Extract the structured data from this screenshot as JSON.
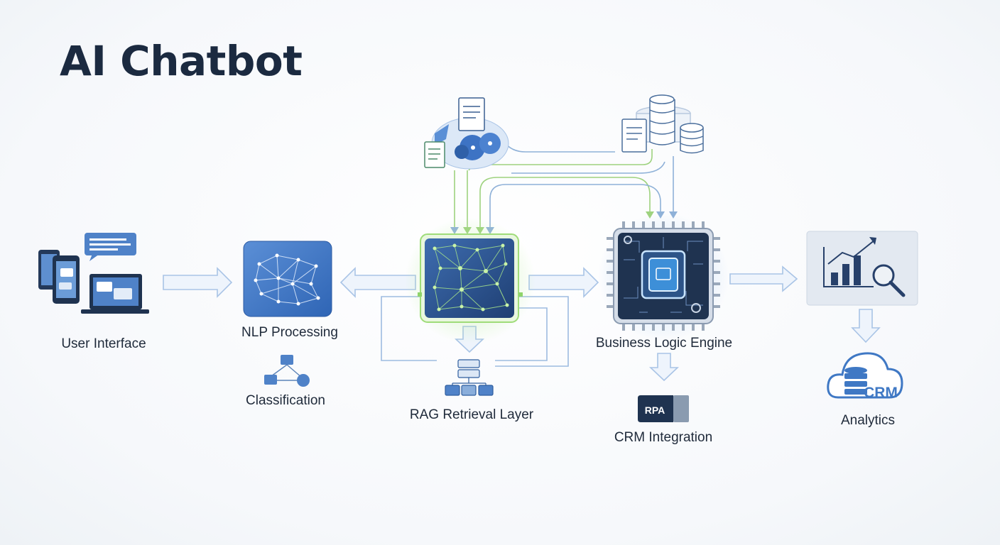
{
  "title": "AI Chatbot",
  "nodes": {
    "user_interface": "User Interface",
    "nlp_processing": "NLP Processing",
    "classification": "Classification",
    "rag_retrieval": "RAG Retrieval Layer",
    "business_logic": "Business Logic Engine",
    "crm_integration": "CRM Integration",
    "analytics": "Analytics"
  },
  "icon_text": {
    "rpa_badge": "RPA",
    "crm_cloud": "CRM"
  },
  "colors": {
    "title": "#1b2a40",
    "primary_blue": "#3c74c4",
    "dark_chip": "#1f3350",
    "green_glow": "#8fd46a",
    "arrow": "#a9c4e6",
    "line": "#8fb1d8"
  }
}
